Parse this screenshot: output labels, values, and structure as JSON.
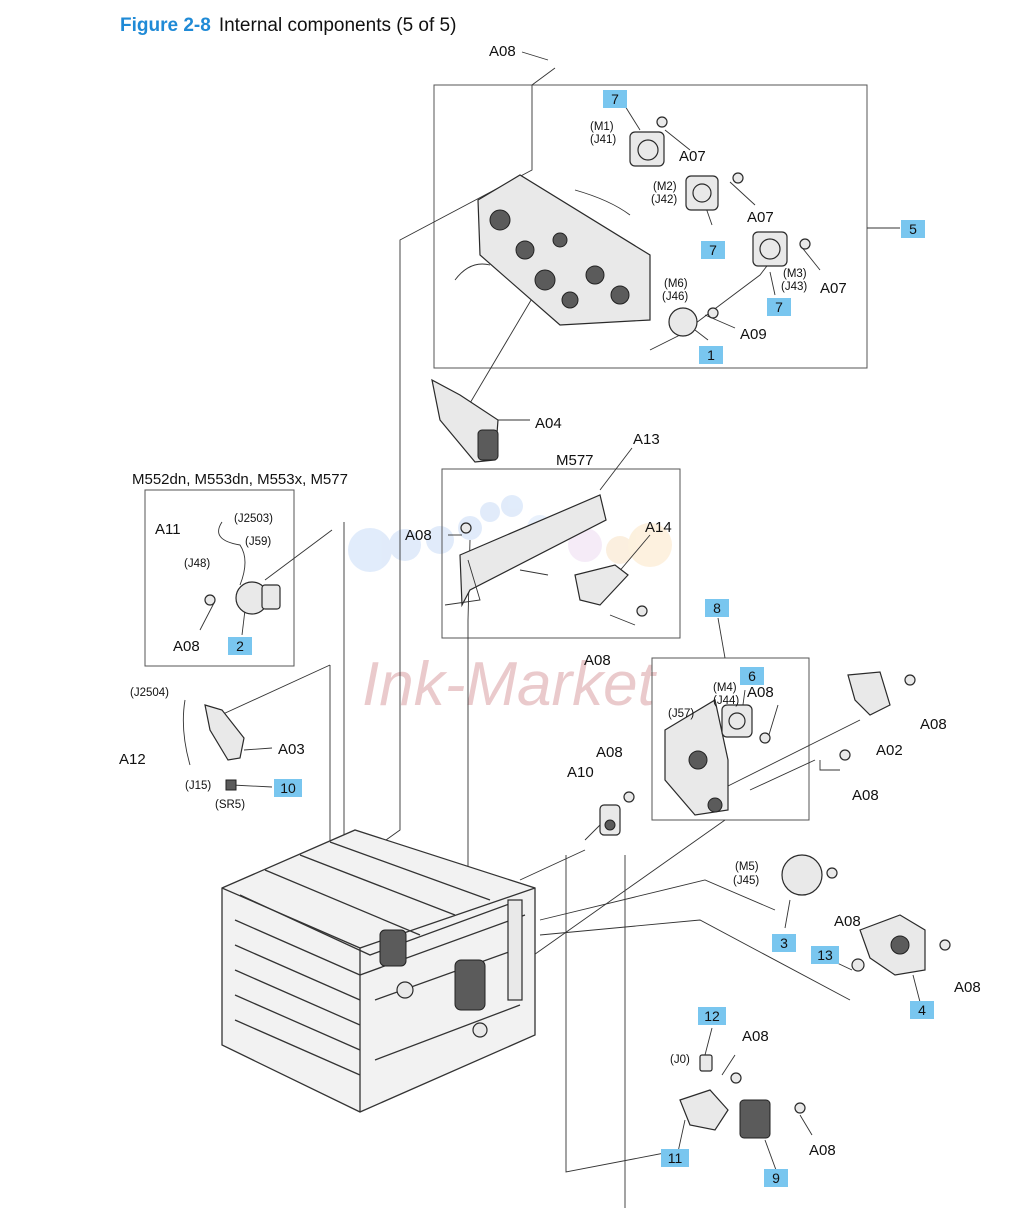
{
  "figure": {
    "label": "Figure 2-8",
    "title": "Internal components (5 of 5)"
  },
  "group_labels": {
    "models": "M552dn, M553dn, M553x, M577",
    "m577": "M577"
  },
  "callouts": [
    "7",
    "7",
    "7",
    "5",
    "1",
    "2",
    "8",
    "6",
    "10",
    "3",
    "13",
    "4",
    "12",
    "11",
    "9"
  ],
  "part_labels": [
    "A08",
    "A07",
    "A07",
    "A07",
    "A09",
    "A04",
    "A13",
    "A08",
    "A14",
    "A08",
    "A11",
    "A08",
    "A08",
    "A02",
    "A08",
    "A08",
    "A12",
    "A03",
    "A08",
    "A10",
    "A08",
    "A08",
    "A08",
    "A08"
  ],
  "connectors": {
    "m1": "(M1)",
    "j41": "(J41)",
    "m2": "(M2)",
    "j42": "(J42)",
    "m3": "(M3)",
    "j43": "(J43)",
    "m6": "(M6)",
    "j46": "(J46)",
    "j2503": "(J2503)",
    "j59": "(J59)",
    "j48": "(J48)",
    "m4": "(M4)",
    "j44": "(J44)",
    "j57": "(J57)",
    "j2504": "(J2504)",
    "j15": "(J15)",
    "sr5": "(SR5)",
    "m5": "(M5)",
    "j45": "(J45)",
    "j0": "(J0)"
  },
  "watermark": "Ink-Market",
  "colors": {
    "figure_label": "#1f8ad6",
    "callout_fill": "#79c6ef",
    "watermark_text": "#d9a0a4"
  }
}
